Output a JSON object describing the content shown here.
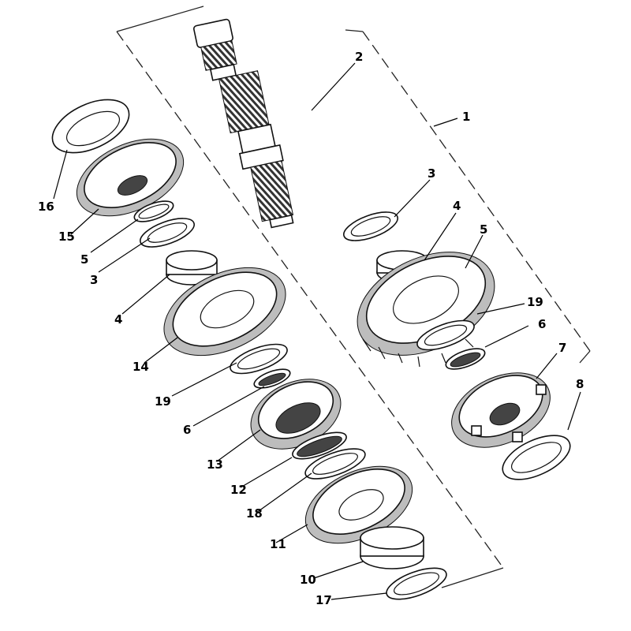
{
  "callouts": [
    {
      "id": "c1",
      "label": "1"
    },
    {
      "id": "c2",
      "label": "2"
    },
    {
      "id": "c3r",
      "label": "3"
    },
    {
      "id": "c4r",
      "label": "4"
    },
    {
      "id": "c5r",
      "label": "5"
    },
    {
      "id": "c19r",
      "label": "19"
    },
    {
      "id": "c6r",
      "label": "6"
    },
    {
      "id": "c7",
      "label": "7"
    },
    {
      "id": "c8",
      "label": "8"
    },
    {
      "id": "c16",
      "label": "16"
    },
    {
      "id": "c15",
      "label": "15"
    },
    {
      "id": "c5l",
      "label": "5"
    },
    {
      "id": "c3l",
      "label": "3"
    },
    {
      "id": "c4l",
      "label": "4"
    },
    {
      "id": "c14",
      "label": "14"
    },
    {
      "id": "c19l",
      "label": "19"
    },
    {
      "id": "c6l",
      "label": "6"
    },
    {
      "id": "c13",
      "label": "13"
    },
    {
      "id": "c12",
      "label": "12"
    },
    {
      "id": "c18",
      "label": "18"
    },
    {
      "id": "c11",
      "label": "11"
    },
    {
      "id": "c10",
      "label": "10"
    },
    {
      "id": "c17",
      "label": "17"
    }
  ]
}
